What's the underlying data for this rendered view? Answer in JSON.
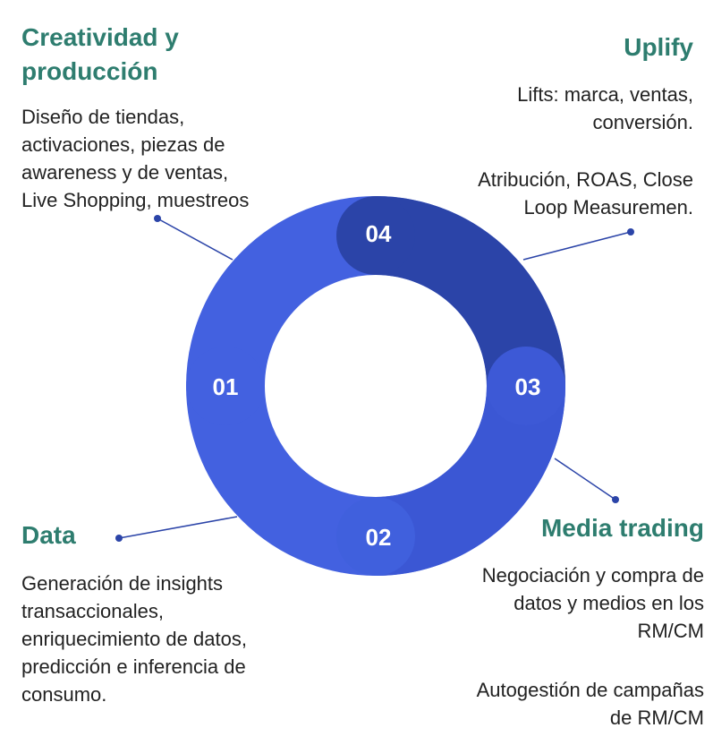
{
  "colors": {
    "heading": "#2e7d6f",
    "body_text": "#222222",
    "ring_main": "#4361e0",
    "ring_dark": "#2b44a8",
    "connector": "#2b44a8"
  },
  "sections": {
    "creatividad": {
      "number": "01",
      "title_lines": [
        "Creatividad y",
        "producción"
      ],
      "body_lines": [
        "Diseño de tiendas,",
        "activaciones, piezas de",
        "awareness y de ventas,",
        "Live Shopping, muestreos"
      ]
    },
    "data": {
      "number": "02",
      "title": "Data",
      "body_lines": [
        "Generación de insights",
        "transaccionales,",
        "enriquecimiento de datos,",
        "predicción e inferencia de",
        "consumo."
      ]
    },
    "media_trading": {
      "number": "03",
      "title": "Media trading",
      "body_lines": [
        "Negociación y compra de",
        "datos y medios en los",
        "RM/CM"
      ],
      "body2_lines": [
        "Autogestión de campañas",
        "de RM/CM"
      ]
    },
    "uplify": {
      "number": "04",
      "title": "Uplify",
      "body_lines": [
        "Lifts:  marca, ventas,",
        "conversión."
      ],
      "body2_lines": [
        "Atribución, ROAS, Close",
        "Loop Measuremen."
      ]
    }
  }
}
